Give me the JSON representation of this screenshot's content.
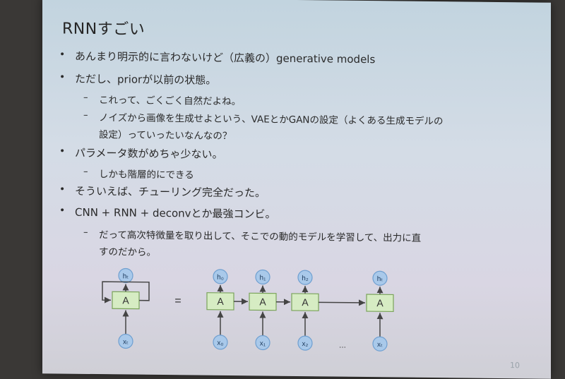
{
  "slide": {
    "title": "RNNすごい",
    "page_number": "10",
    "items": [
      {
        "level": 1,
        "text": "あんまり明示的に言わないけど（広義の）generative models"
      },
      {
        "level": 1,
        "text": "ただし、priorが以前の状態。"
      },
      {
        "level": 2,
        "text": "これって、ごくごく自然だよね。"
      },
      {
        "level": 2,
        "text": "ノイズから画像を生成せよという、VAEとかGANの設定（よくある生成モデルの"
      },
      {
        "level": 2,
        "text": "設定）っていったいなんなの？",
        "continuation": true
      },
      {
        "level": 1,
        "text": "パラメータ数がめちゃ少ない。"
      },
      {
        "level": 2,
        "text": "しかも階層的にできる"
      },
      {
        "level": 1,
        "text": "そういえば、チューリング完全だった。"
      },
      {
        "level": 1,
        "text": "CNN + RNN + deconvとか最強コンビ。"
      },
      {
        "level": 2,
        "text": "だって高次特徴量を取り出して、そこでの動的モデルを学習して、出力に直"
      },
      {
        "level": 2,
        "text": "すのだから。",
        "continuation": true
      }
    ]
  },
  "diagram": {
    "cell_label": "A",
    "equals": "=",
    "ellipsis": "...",
    "rolled": {
      "output": "hₜ",
      "input": "xₜ"
    },
    "unrolled": [
      {
        "output": "h₀",
        "input": "x₀"
      },
      {
        "output": "h₁",
        "input": "x₁"
      },
      {
        "output": "h₂",
        "input": "x₂"
      },
      {
        "output": "hₜ",
        "input": "xₜ"
      }
    ],
    "colors": {
      "cell_fill": "#d6ecc3",
      "cell_stroke": "#7aa35a",
      "circle_fill": "#a9c9ea",
      "circle_stroke": "#6f9fd0",
      "arrow": "#444444"
    }
  }
}
